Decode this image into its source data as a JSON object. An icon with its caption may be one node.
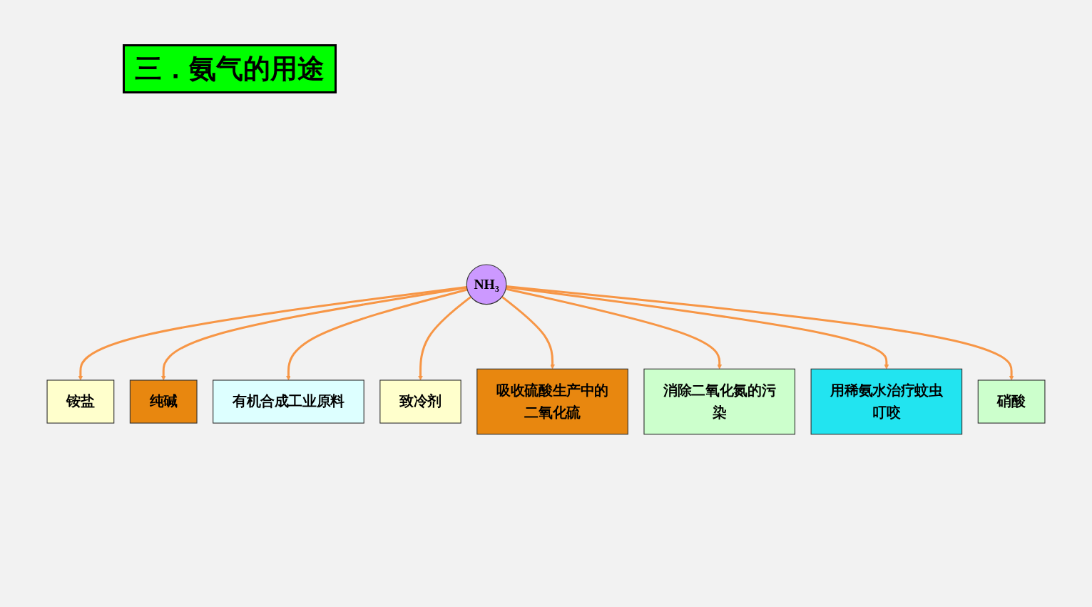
{
  "diagram": {
    "title": "三．氨气的用途",
    "nodes": [
      {
        "text": [
          "NH₃"
        ]
      },
      {
        "text": [
          "铵盐"
        ]
      },
      {
        "text": [
          "纯碱"
        ]
      },
      {
        "text": [
          "有机合成工业原料"
        ]
      },
      {
        "text": [
          "致冷剂"
        ]
      },
      {
        "text": [
          "吸收硫酸生产中的二氧化硫"
        ]
      },
      {
        "text": [
          "消除二氧化氮的污染"
        ]
      },
      {
        "text": [
          "用稀氨水治疗蚊虫叮咬"
        ]
      },
      {
        "text": [
          "硝酸"
        ]
      }
    ],
    "edges": [
      {
        "from": 0,
        "to": 1,
        "arrow": "to"
      },
      {
        "from": 0,
        "to": 2,
        "arrow": "to"
      },
      {
        "from": 0,
        "to": 3,
        "arrow": "to"
      },
      {
        "from": 0,
        "to": 4,
        "arrow": "to"
      },
      {
        "from": 0,
        "to": 5,
        "arrow": "to"
      },
      {
        "from": 0,
        "to": 6,
        "arrow": "to"
      },
      {
        "from": 0,
        "to": 7,
        "arrow": "to"
      },
      {
        "from": 0,
        "to": 8,
        "arrow": "to"
      }
    ]
  }
}
